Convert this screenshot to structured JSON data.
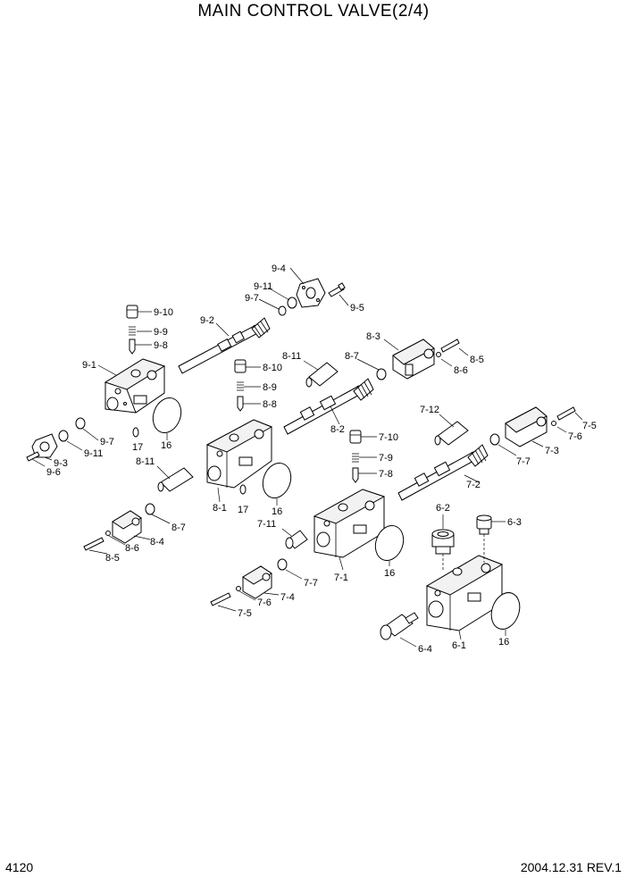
{
  "title": "MAIN CONTROL VALVE(2/4)",
  "page_number": "4120",
  "revision": "2004.12.31  REV.1",
  "labels": {
    "l_9_4": "9-4",
    "l_9_11a": "9-11",
    "l_9_7a": "9-7",
    "l_9_5": "9-5",
    "l_9_10": "9-10",
    "l_9_9": "9-9",
    "l_9_8": "9-8",
    "l_9_2": "9-2",
    "l_9_1": "9-1",
    "l_9_7b": "9-7",
    "l_9_11b": "9-11",
    "l_9_3": "9-3",
    "l_9_6": "9-6",
    "l_17a": "17",
    "l_16a": "16",
    "l_8_3": "8-3",
    "l_8_7a": "8-7",
    "l_8_5a": "8-5",
    "l_8_6a": "8-6",
    "l_8_11a": "8-11",
    "l_8_10": "8-10",
    "l_8_9": "8-9",
    "l_8_8": "8-8",
    "l_8_2": "8-2",
    "l_8_11b": "8-11",
    "l_8_1": "8-1",
    "l_17b": "17",
    "l_16b": "16",
    "l_8_7b": "8-7",
    "l_8_4": "8-4",
    "l_8_6b": "8-6",
    "l_8_5b": "8-5",
    "l_7_12": "7-12",
    "l_7_5a": "7-5",
    "l_7_6a": "7-6",
    "l_7_7a": "7-7",
    "l_7_3": "7-3",
    "l_7_10": "7-10",
    "l_7_9": "7-9",
    "l_7_8": "7-8",
    "l_7_2": "7-2",
    "l_7_11": "7-11",
    "l_7_1": "7-1",
    "l_16c": "16",
    "l_7_7b": "7-7",
    "l_7_4": "7-4",
    "l_7_6b": "7-6",
    "l_7_5b": "7-5",
    "l_6_2": "6-2",
    "l_6_3": "6-3",
    "l_6_1": "6-1",
    "l_6_4": "6-4",
    "l_16d": "16"
  }
}
